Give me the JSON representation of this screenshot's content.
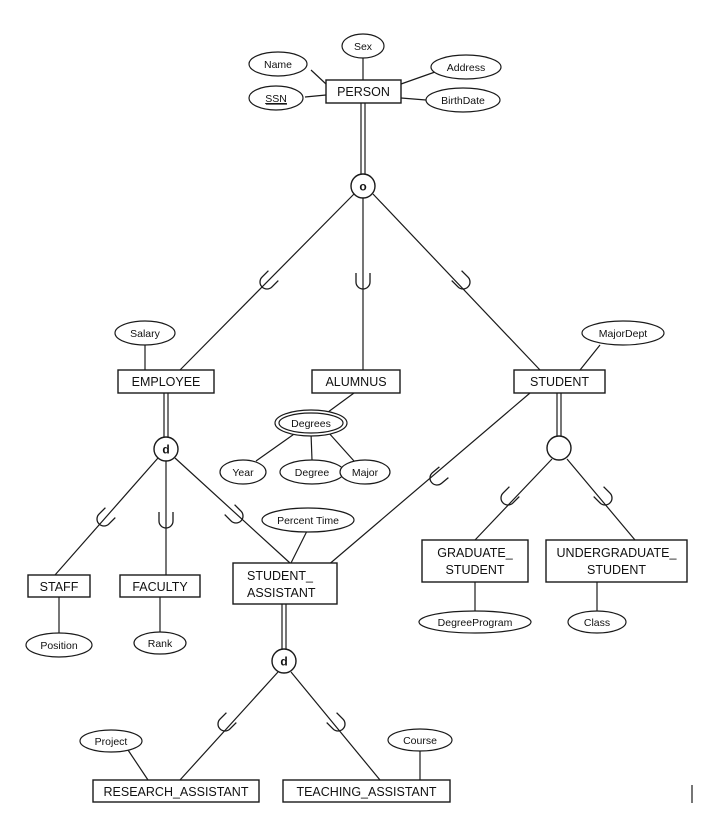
{
  "entities": {
    "person": "PERSON",
    "employee": "EMPLOYEE",
    "alumnus": "ALUMNUS",
    "student": "STUDENT",
    "staff": "STAFF",
    "faculty": "FACULTY",
    "student_assistant_1": "STUDENT_",
    "student_assistant_2": "ASSISTANT",
    "graduate_student_1": "GRADUATE_",
    "graduate_student_2": "STUDENT",
    "undergraduate_student_1": "UNDERGRADUATE_",
    "undergraduate_student_2": "STUDENT",
    "research_assistant": "RESEARCH_ASSISTANT",
    "teaching_assistant": "TEACHING_ASSISTANT"
  },
  "attributes": {
    "sex": "Sex",
    "name": "Name",
    "address": "Address",
    "ssn": "SSN",
    "birthdate": "BirthDate",
    "salary": "Salary",
    "majordept": "MajorDept",
    "degrees": "Degrees",
    "year": "Year",
    "degree": "Degree",
    "major": "Major",
    "percent_time": "Percent Time",
    "position": "Position",
    "rank": "Rank",
    "degree_program": "DegreeProgram",
    "class": "Class",
    "project": "Project",
    "course": "Course"
  },
  "constraints": {
    "person_overlap": "o",
    "employee_disjoint": "d",
    "student_split": "",
    "assistant_disjoint": "d"
  }
}
